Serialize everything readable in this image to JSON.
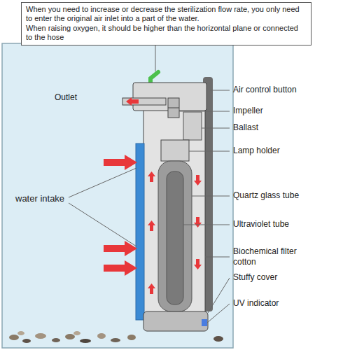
{
  "diagram": {
    "nodes": [
      {
        "text": [
          "When you need to increase or decrease the sterilization flow rate, you only need to enter the original air inlet into a part of the water.",
          "When raising oxygen, it should be higher than the horizontal plane or connected to the hose"
        ]
      }
    ],
    "labels": [
      "Outlet",
      "Air control button",
      "Impeller",
      "Ballast",
      "Lamp holder",
      "water intake",
      "Quartz glass tube",
      "Ultraviolet tube",
      "Biochemical filter cotton",
      "Stuffy cover",
      "UV indicator"
    ]
  }
}
